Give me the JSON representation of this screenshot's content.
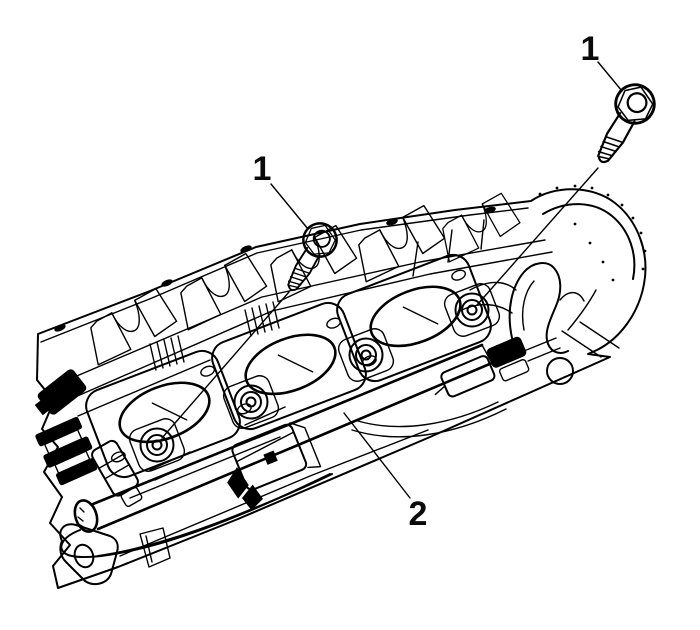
{
  "illustration": {
    "kind": "technical-line-drawing",
    "background_color": "#ffffff",
    "line_color": "#000000",
    "label_color": "#0a0a0a"
  },
  "callouts": [
    {
      "label": "1",
      "item": "fuel-rail-bolt",
      "position": "upper-right"
    },
    {
      "label": "1",
      "item": "fuel-rail-bolt",
      "position": "center-left"
    },
    {
      "label": "2",
      "item": "fuel-injection-fuel-rail",
      "position": "bottom-center"
    }
  ]
}
